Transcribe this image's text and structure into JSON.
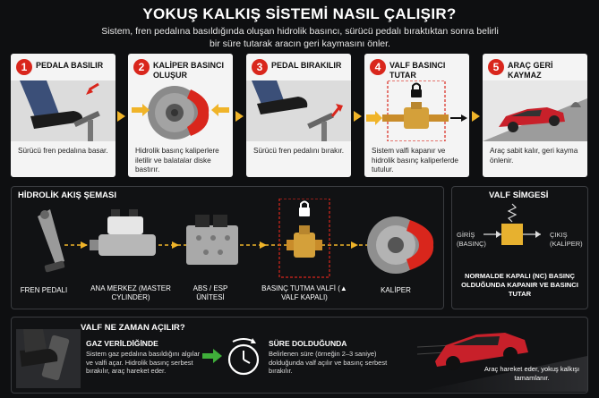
{
  "title": "YOKUŞ KALKIŞ SİSTEMİ NASIL ÇALIŞIR?",
  "subtitle": "Sistem, fren pedalına basıldığında oluşan hidrolik basıncı, sürücü pedalı bıraktıktan sonra belirli bir süre tutarak aracın geri kaymasını önler.",
  "steps": [
    {
      "num": "1",
      "label": "PEDALA BASILIR",
      "desc": "Sürücü fren pedalına basar."
    },
    {
      "num": "2",
      "label": "KALİPER BASINCI OLUŞUR",
      "desc": "Hidrolik basınç kaliperlere iletilir ve balatalar diske bastırır."
    },
    {
      "num": "3",
      "label": "PEDAL BIRAKILIR",
      "desc": "Sürücü fren pedalını bırakır."
    },
    {
      "num": "4",
      "label": "VALF BASINCI TUTAR",
      "desc": "Sistem valfi kapanır ve hidrolik basınç kaliperlerde tutulur."
    },
    {
      "num": "5",
      "label": "ARAÇ GERİ KAYMAZ",
      "desc": "Araç sabit kalır, geri kayma önlenir."
    }
  ],
  "hydraulic": {
    "title": "HİDROLİK AKIŞ ŞEMASI",
    "components": [
      {
        "label": "FREN PEDALI"
      },
      {
        "label": "ANA MERKEZ (MASTER CYLINDER)"
      },
      {
        "label": "ABS / ESP ÜNİTESİ"
      },
      {
        "label": "BASINÇ TUTMA VALFİ (▲ VALF KAPALI)"
      },
      {
        "label": "KALİPER"
      }
    ]
  },
  "valve_symbol": {
    "title": "VALF SİMGESİ",
    "input": "GİRİŞ (BASINÇ)",
    "output": "ÇIKIŞ (KALİPER)",
    "note": "NORMALDE KAPALI (NC) BASINÇ OLDUĞUNDA KAPANIR VE BASINCI TUTAR"
  },
  "release": {
    "title": "VALF NE ZAMAN AÇILIR?",
    "gas": {
      "title": "GAZ VERİLDİĞİNDE",
      "desc": "Sistem gaz pedalına basıldığını algılar ve valfi açar. Hidrolik basınç serbest bırakılır, araç hareket eder."
    },
    "timer": {
      "title": "SÜRE DOLDUĞUNDA",
      "desc": "Belirlenen süre (örneğin 2–3 saniye) dolduğunda valf açılır ve basınç serbest bırakılır."
    },
    "result": "Araç hareket eder, yokuş kalkışı tamamlanır."
  },
  "colors": {
    "accent_red": "#d9261c",
    "arrow_yellow": "#f0b429",
    "arrow_green": "#3fae3a"
  }
}
